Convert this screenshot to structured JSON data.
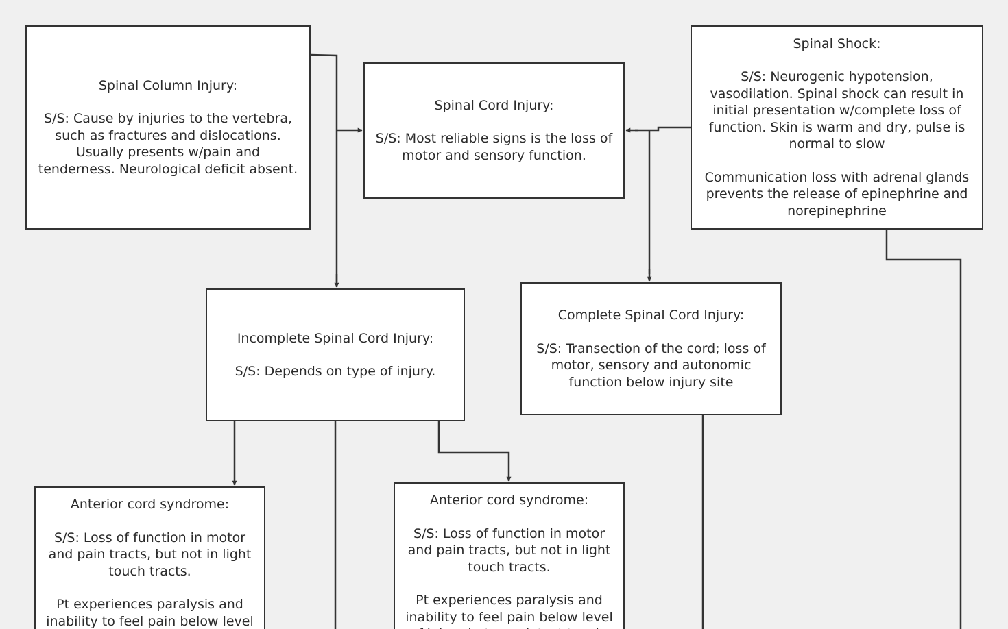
{
  "nodes": {
    "column": {
      "title": "Spinal Column Injury:",
      "body": "S/S: Cause by injuries to the vertebra, such as fractures and dislocations.  Usually presents w/pain and tenderness.  Neurological deficit absent."
    },
    "cord": {
      "title": "Spinal Cord Injury:",
      "body": "S/S: Most reliable signs is the loss of motor and sensory function."
    },
    "shock": {
      "title": "Spinal Shock:",
      "body": "S/S: Neurogenic hypotension, vasodilation. Spinal shock can result in initial presentation w/complete loss of function.  Skin is warm and dry, pulse is normal to slow",
      "extra": "Communication loss with adrenal glands prevents the release of epinephrine and norepinephrine"
    },
    "incomplete": {
      "title": "Incomplete Spinal Cord Injury:",
      "body": "S/S: Depends on type of injury."
    },
    "complete": {
      "title": "Complete Spinal Cord Injury:",
      "body": "S/S: Transection of the cord; loss of motor, sensory and autonomic function below injury site"
    },
    "anterior_left": {
      "title": "Anterior cord syndrome:",
      "body": "S/S: Loss of function in motor and pain tracts, but not in light touch tracts.",
      "extra": "Pt experiences paralysis and inability to feel pain below level of injury but can detect touch."
    },
    "anterior_right": {
      "title": "Anterior cord syndrome:",
      "body": "S/S: Loss of function in motor and pain tracts, but not in light touch tracts.",
      "extra": "Pt experiences paralysis and inability to feel pain below level of injury but can detect touch."
    }
  },
  "colors": {
    "background": "#f0f0f0",
    "node_fill": "#ffffff",
    "stroke": "#333333",
    "text": "#2b2b2b"
  }
}
